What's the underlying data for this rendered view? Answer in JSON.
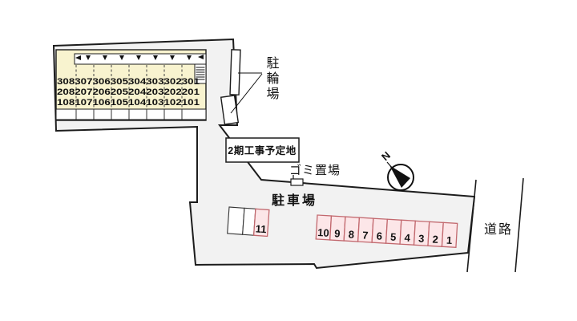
{
  "site": {
    "building": {
      "floors": [
        {
          "row": "308307306305304303302301"
        },
        {
          "row": "208207206205204203202201"
        },
        {
          "row": "108107106105104103102101"
        }
      ]
    },
    "labels": {
      "bicycle_parking": "駐輪場",
      "phase2": "2期工事予定地",
      "garbage": "ゴミ置場",
      "parking": "駐車場",
      "road": "道路",
      "compass_north": "N"
    },
    "parking": {
      "stalls": [
        "10",
        "9",
        "8",
        "7",
        "6",
        "5",
        "4",
        "3",
        "2",
        "1"
      ],
      "stall_side": "11"
    },
    "colors": {
      "site_fill": "#f2f2f2",
      "building_fill": "#f8f3cf",
      "stall_fill": "#fce6e8",
      "stall_border": "#c2686e",
      "outline": "#1c1c1c"
    }
  }
}
